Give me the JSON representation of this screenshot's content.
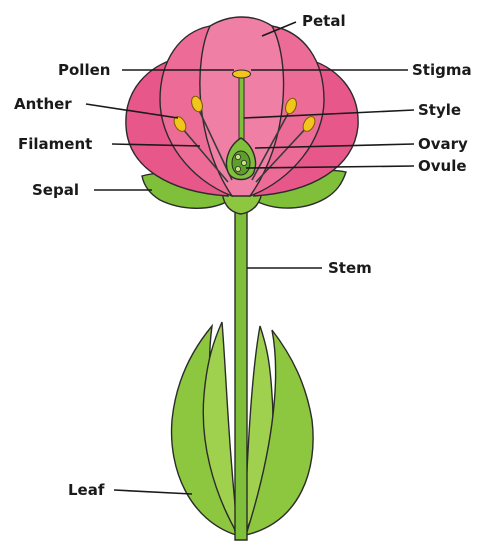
{
  "labels": {
    "petal": "Petal",
    "pollen": "Pollen",
    "stigma": "Stigma",
    "anther": "Anther",
    "style": "Style",
    "filament": "Filament",
    "ovary": "Ovary",
    "ovule": "Ovule",
    "sepal": "Sepal",
    "stem": "Stem",
    "leaf": "Leaf"
  },
  "colors": {
    "petal": "#e8578a",
    "petal_light": "#f07fa6",
    "petal_dark": "#c93a6c",
    "green": "#8dc63f",
    "green_dark": "#5f9e2a",
    "stem": "#7fbf3a",
    "anther": "#f2c51d"
  }
}
